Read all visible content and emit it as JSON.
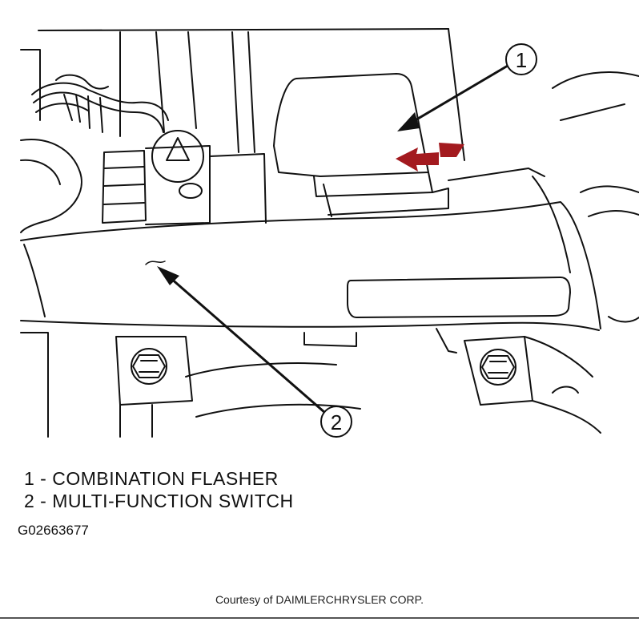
{
  "callouts": [
    {
      "id": "1"
    },
    {
      "id": "2"
    }
  ],
  "legend": [
    {
      "text": "1 - COMBINATION FLASHER"
    },
    {
      "text": "2 - MULTI-FUNCTION SWITCH"
    }
  ],
  "figure_id": "G02663677",
  "credit": "Courtesy of DAIMLERCHRYSLER CORP.",
  "colors": {
    "line": "#111111",
    "highlight_arrow": "#a31a1f",
    "background": "#ffffff"
  }
}
